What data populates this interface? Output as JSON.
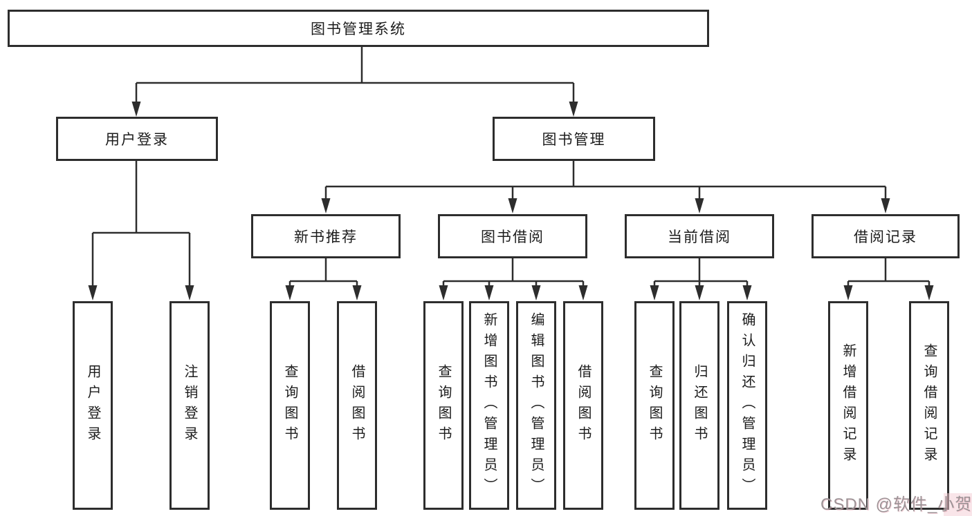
{
  "diagram": {
    "nodes": {
      "root": "图书管理系统",
      "user_login": "用户登录",
      "book_mgmt": "图书管理",
      "new_book": "新书推荐",
      "book_borrow": "图书借阅",
      "current_borrow": "当前借阅",
      "borrow_records": "借阅记录"
    },
    "leaves": {
      "user_login": [
        "用户登录",
        "注销登录"
      ],
      "new_book": [
        "查询图书",
        "借阅图书"
      ],
      "book_borrow": [
        "查询图书",
        "新增图书（管理员）",
        "编辑图书（管理员）",
        "借阅图书"
      ],
      "current_borrow": [
        "查询图书",
        "归还图书",
        "确认归还（管理员）"
      ],
      "borrow_records": [
        "新增借阅记录",
        "查询借阅记录"
      ]
    },
    "watermark": "CSDN @软件_小贺同学",
    "colors": {
      "line": "#2d2d2d",
      "box_border": "#2d2d2d",
      "box_fill": "#ffffff",
      "text": "#1c1c1c",
      "watermark_text": "#9c9396",
      "watermark_highlight": "#f3cbd3"
    }
  }
}
